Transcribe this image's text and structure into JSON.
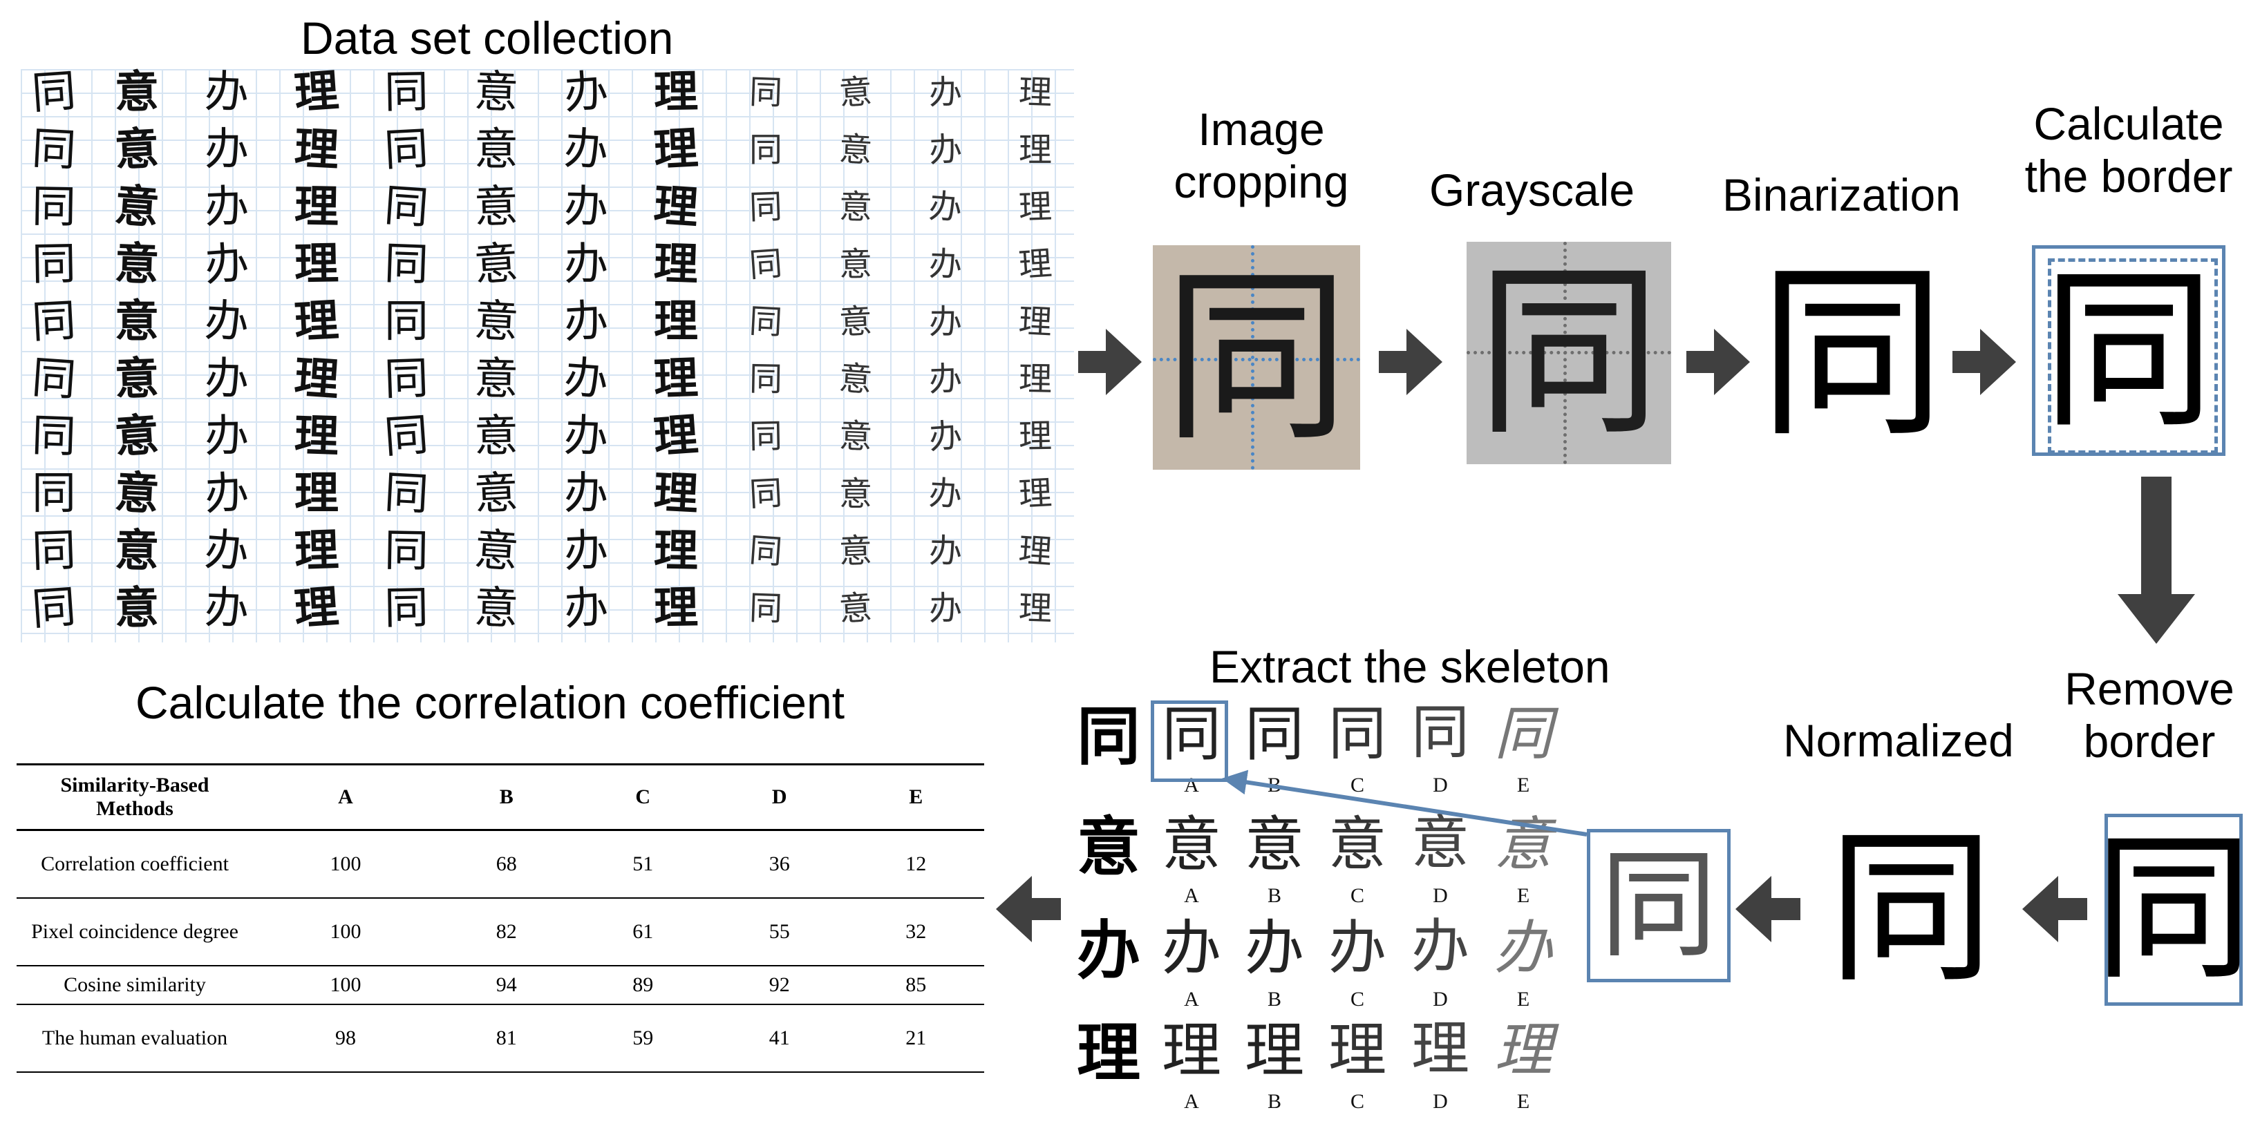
{
  "titles": {
    "collection": "Data set collection",
    "cropping": "Image\ncropping",
    "grayscale": "Grayscale",
    "binarization": "Binarization",
    "border": "Calculate\nthe border",
    "remove": "Remove\nborder",
    "normalized": "Normalized",
    "skeleton": "Extract the skeleton",
    "correlation": "Calculate the correlation coefficient"
  },
  "dataset": {
    "columns": [
      "同",
      "意",
      "办",
      "理",
      "同",
      "意",
      "办",
      "理",
      "同",
      "意",
      "办",
      "理"
    ],
    "rows": 10
  },
  "sample_char": "同",
  "skeleton": {
    "rows": [
      "同",
      "意",
      "办",
      "理"
    ],
    "labels": [
      "A",
      "B",
      "C",
      "D",
      "E"
    ]
  },
  "table": {
    "headers": [
      "Similarity-Based Methods",
      "A",
      "B",
      "C",
      "D",
      "E"
    ],
    "rows": [
      {
        "method": "Correlation coefficient",
        "values": [
          "100",
          "68",
          "51",
          "36",
          "12"
        ]
      },
      {
        "method": "Pixel coincidence degree",
        "values": [
          "100",
          "82",
          "61",
          "55",
          "32"
        ]
      },
      {
        "method": "Cosine similarity",
        "values": [
          "100",
          "94",
          "89",
          "92",
          "85"
        ]
      },
      {
        "method": "The human evaluation",
        "values": [
          "98",
          "81",
          "59",
          "41",
          "21"
        ]
      }
    ]
  },
  "colors": {
    "arrow": "#404040",
    "highlight": "#5b84b1",
    "grid": "#d6e4f2",
    "photo_bg": "#c4b8aa",
    "gray_bg": "#bdbdbd"
  }
}
